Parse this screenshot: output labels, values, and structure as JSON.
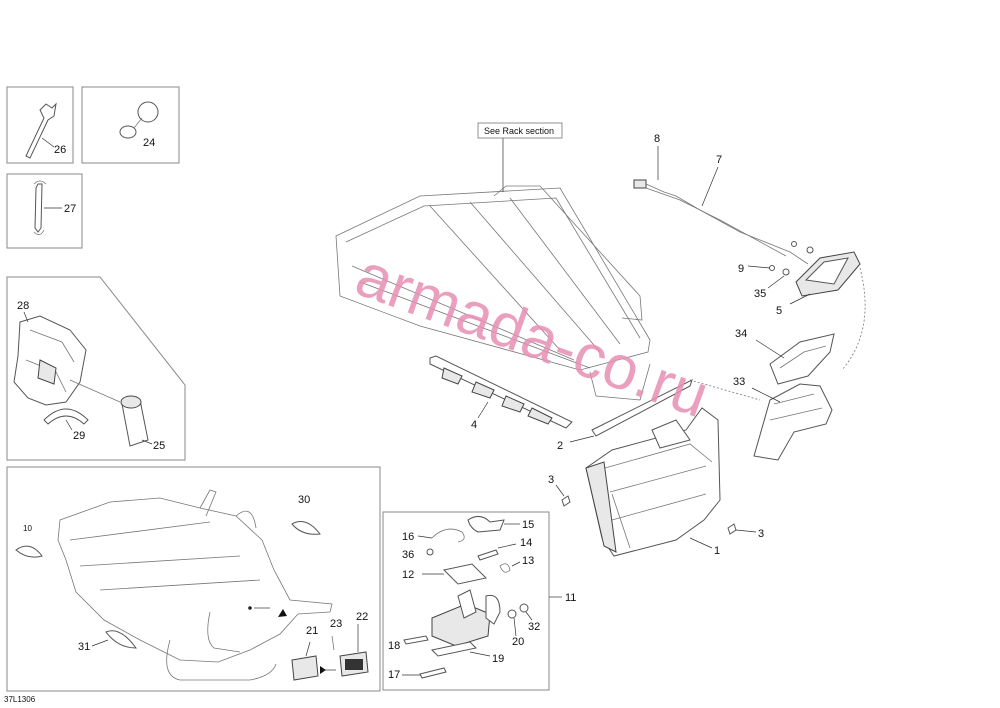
{
  "diagram": {
    "rack_note": "See Rack section",
    "watermark": "armada-co.ru",
    "figure_code": "37L1306",
    "callouts": {
      "c1": "1",
      "c2": "2",
      "c3a": "3",
      "c3b": "3",
      "c4": "4",
      "c5": "5",
      "c7": "7",
      "c8": "8",
      "c9": "9",
      "c10": "10",
      "c11": "11",
      "c12": "12",
      "c13": "13",
      "c14": "14",
      "c15": "15",
      "c16": "16",
      "c17": "17",
      "c18": "18",
      "c19": "19",
      "c20": "20",
      "c21": "21",
      "c22": "22",
      "c23": "23",
      "c24": "24",
      "c25": "25",
      "c26": "26",
      "c27": "27",
      "c28": "28",
      "c29": "29",
      "c30": "30",
      "c31": "31",
      "c32": "32",
      "c33": "33",
      "c34": "34",
      "c35": "35",
      "c36": "36"
    }
  }
}
